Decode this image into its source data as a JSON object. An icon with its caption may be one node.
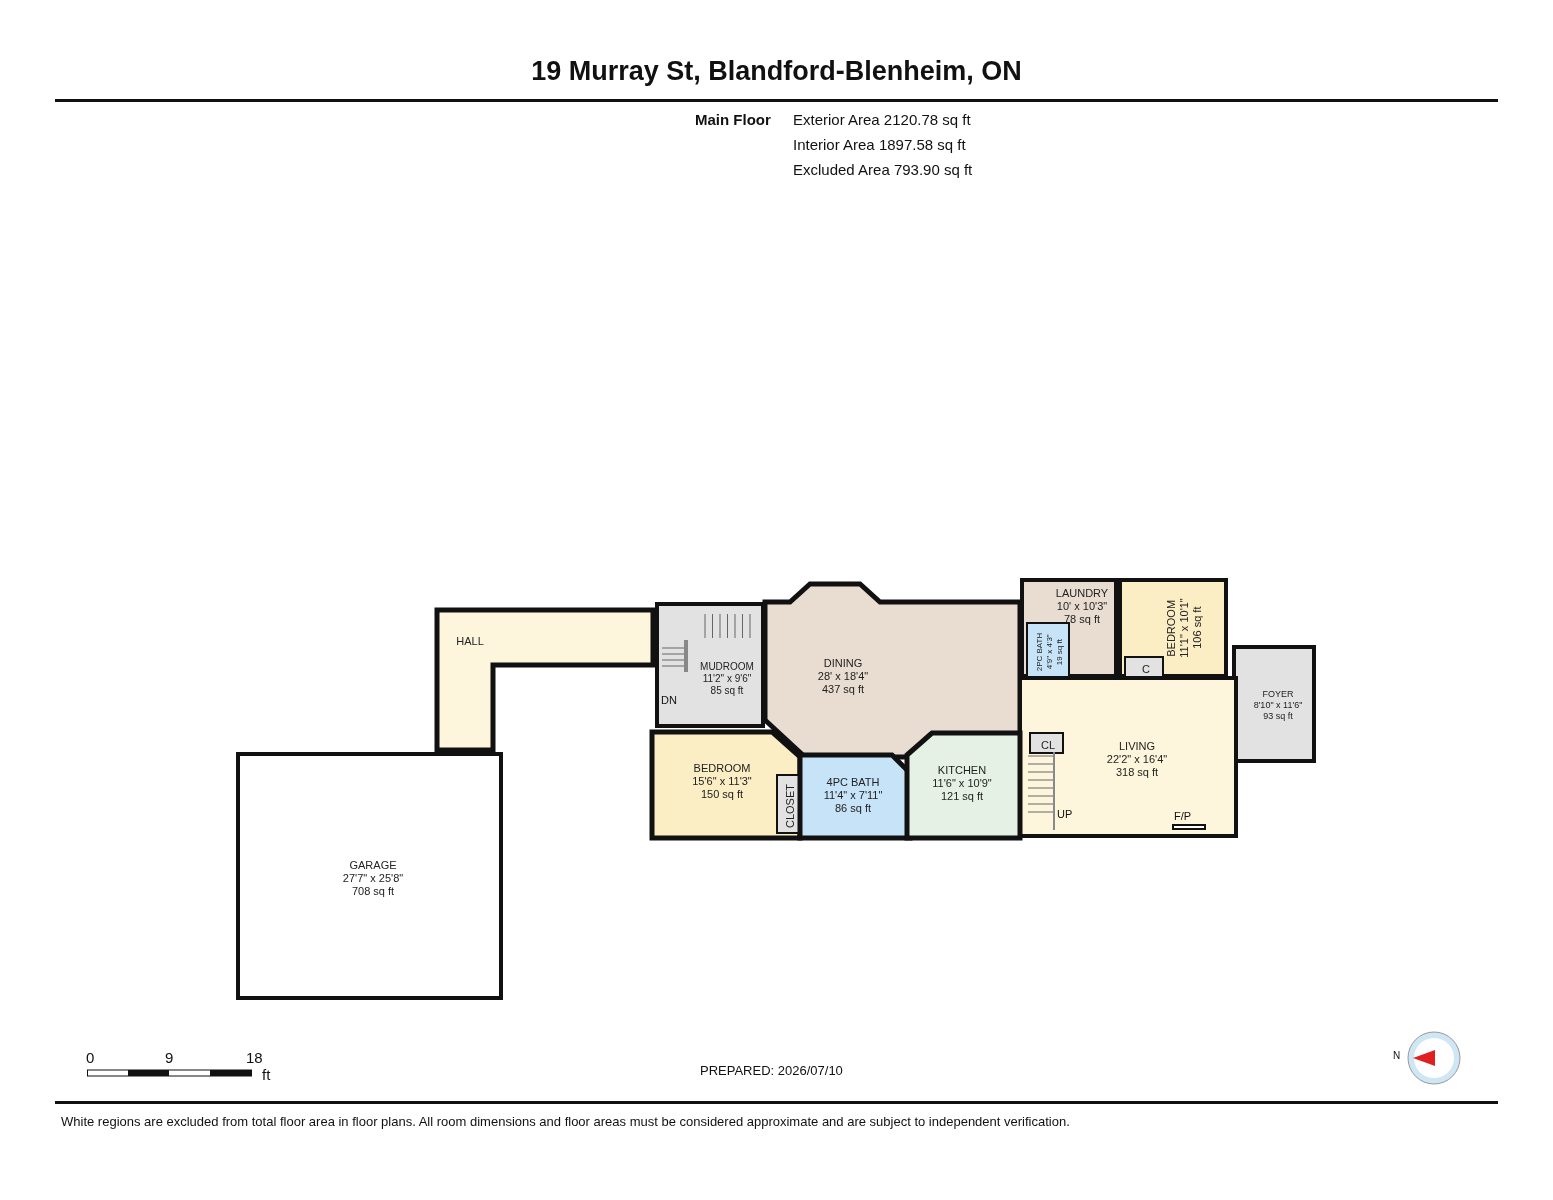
{
  "diagram": {
    "title": "19 Murray St, Blandford-Blenheim, ON",
    "caption": "White regions are excluded from total floor area in floor plans. All room dimensions and floor areas must be considered approximate and are subject to independent verification.",
    "nodes": [
      {
        "text": [
          "HALL"
        ]
      },
      {
        "text": [
          "MUDROOM",
          "11'2\" x 9'6\"",
          "85 sq ft"
        ]
      },
      {
        "text": [
          "DINING",
          "28' x 18'4\"",
          "437 sq ft"
        ]
      },
      {
        "text": [
          "LAUNDRY",
          "10' x 10'3\"",
          "78 sq ft"
        ]
      },
      {
        "text": [
          "BEDROOM",
          "11'1\" x 10'1\"",
          "106 sq ft"
        ]
      },
      {
        "text": [
          "2PC BATH",
          "4'9\" x 4'3\"",
          "19 sq ft"
        ],
        "in": 3
      },
      {
        "text": [
          "C"
        ],
        "in": 4
      },
      {
        "text": [
          "FOYER",
          "8'10\" x 11'6\"",
          "93 sq ft"
        ]
      },
      {
        "text": [
          "LIVING",
          "22'2\" x 16'4\"",
          "318 sq ft"
        ]
      },
      {
        "text": [
          "CL"
        ],
        "in": 8
      },
      {
        "text": [
          "BEDROOM",
          "15'6\" x 11'3\"",
          "150 sq ft"
        ]
      },
      {
        "text": [
          "CLOSET"
        ],
        "in": 10
      },
      {
        "text": [
          "4PC BATH",
          "11'4\" x 7'11\"",
          "86 sq ft"
        ]
      },
      {
        "text": [
          "KITCHEN",
          "11'6\" x 10'9\"",
          "121 sq ft"
        ]
      },
      {
        "text": [
          "GARAGE",
          "27'7\" x 25'8\"",
          "708 sq ft"
        ]
      }
    ],
    "labels": [
      "Main Floor",
      "Exterior Area 2120.78 sq ft",
      "Interior Area 1897.58 sq ft",
      "Excluded Area 793.90 sq ft",
      "DN",
      "UP",
      "F/P",
      "0",
      "9",
      "18",
      "ft",
      "N",
      "PREPARED: 2026/07/10"
    ]
  }
}
